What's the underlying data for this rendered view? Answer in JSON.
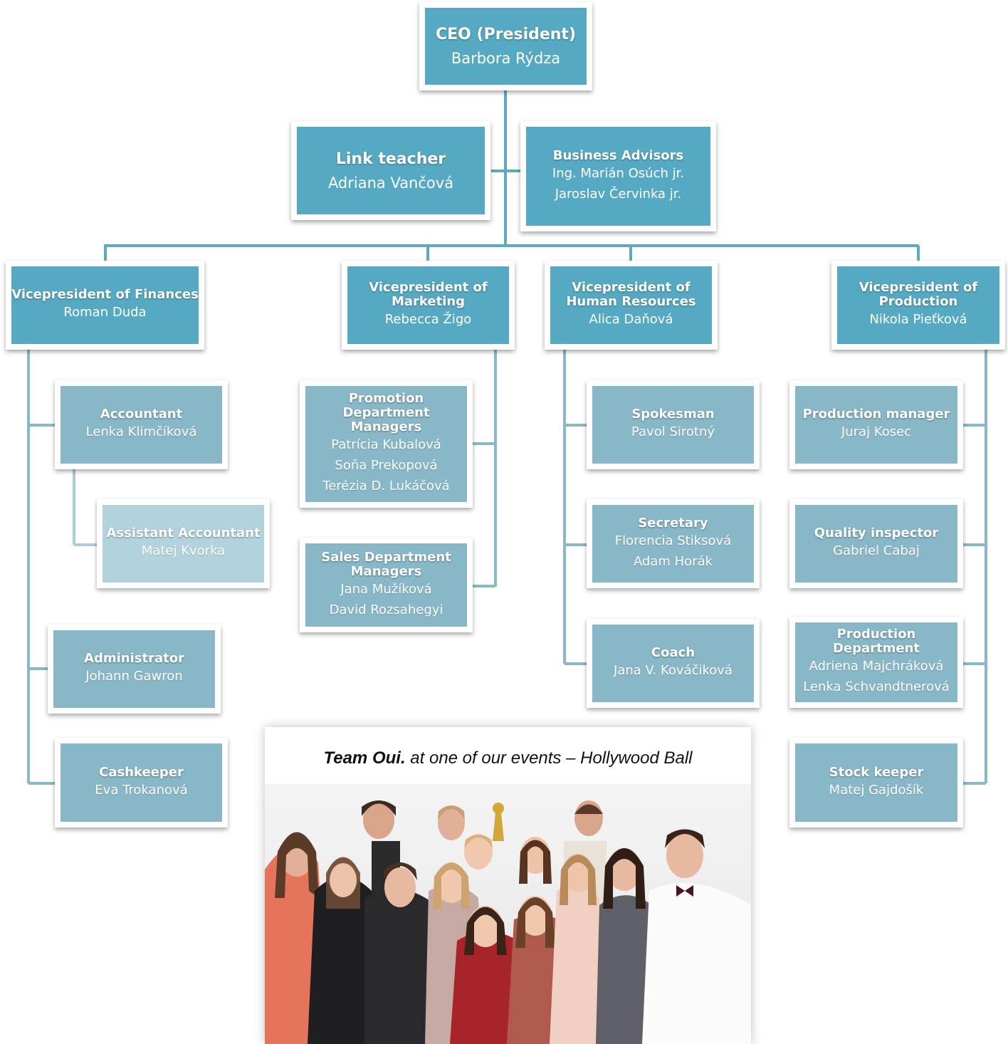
{
  "org_chart": {
    "ceo": {
      "title": "CEO (President)",
      "names": [
        "Barbora Rýdza"
      ]
    },
    "link_teacher": {
      "title": "Link teacher",
      "names": [
        "Adriana Vančová"
      ]
    },
    "business_advisors": {
      "title": "Business Advisors",
      "names": [
        "Ing. Marián Osúch jr.",
        "Jaroslav Červinka jr."
      ]
    },
    "vp_finances": {
      "title": "Vicepresident of Finances",
      "names": [
        "Roman Duda"
      ]
    },
    "vp_marketing": {
      "title": "Vicepresident of Marketing",
      "names": [
        "Rebecca Žigo"
      ]
    },
    "vp_hr": {
      "title": "Vicepresident of Human Resources",
      "names": [
        "Alica Daňová"
      ]
    },
    "vp_production": {
      "title": "Vicepresident of Production",
      "names": [
        "Nikola Pieťková"
      ]
    },
    "accountant": {
      "title": "Accountant",
      "names": [
        "Lenka Klimčíková"
      ]
    },
    "assistant_accountant": {
      "title": "Assistant Accountant",
      "names": [
        "Matej Kvorka"
      ]
    },
    "administrator": {
      "title": "Administrator",
      "names": [
        "Johann Gawron"
      ]
    },
    "cashkeeper": {
      "title": "Cashkeeper",
      "names": [
        "Eva Trokanová"
      ]
    },
    "promotion": {
      "title": "Promotion Department Managers",
      "names": [
        "Patrícia Kubalová",
        "Soňa Prekopová",
        "Terézia D. Lukáčová"
      ]
    },
    "sales": {
      "title": "Sales Department Managers",
      "names": [
        "Jana Mužíková",
        "David Rozsahegyi"
      ]
    },
    "spokesman": {
      "title": "Spokesman",
      "names": [
        "Pavol Sirotný"
      ]
    },
    "secretary": {
      "title": "Secretary",
      "names": [
        "Florencia Stiksová",
        "Adam Horák"
      ]
    },
    "coach": {
      "title": "Coach",
      "names": [
        "Jana V. Kováčiková"
      ]
    },
    "production_manager": {
      "title": "Production manager",
      "names": [
        "Juraj Kosec"
      ]
    },
    "quality_inspector": {
      "title": "Quality inspector",
      "names": [
        "Gabriel Cabaj"
      ]
    },
    "production_department": {
      "title": "Production Department",
      "names": [
        "Adriena Majchráková",
        "Lenka Schvandtnerová"
      ]
    },
    "stock_keeper": {
      "title": "Stock keeper",
      "names": [
        "Matej Gajdošík"
      ]
    }
  },
  "photo": {
    "caption_team": "Team Oui.",
    "caption_rest": "at one of our events – Hollywood Ball"
  },
  "colors": {
    "dark_box": "#56a9c3",
    "light_box": "#88b8c8",
    "pale_box": "#b2d3dd",
    "connector": "#5aaac4",
    "connector_light": "#a9cdd9"
  }
}
